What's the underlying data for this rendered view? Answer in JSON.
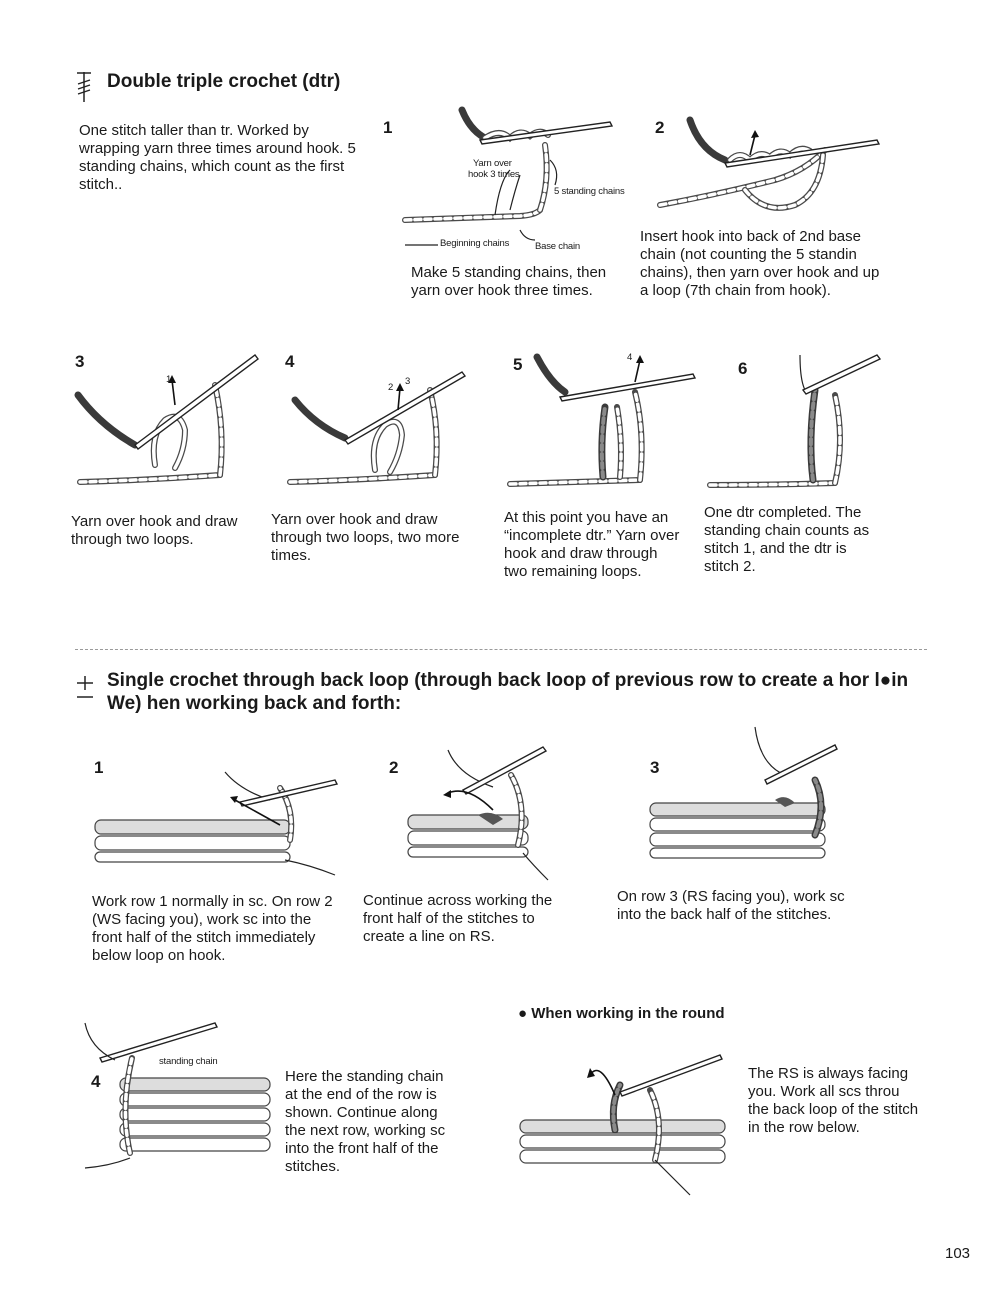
{
  "section1": {
    "title": "Double triple crochet (dtr)",
    "intro": "One stitch taller than tr. Worked by wrapping yarn three times around hook. 5 standing chains, which count as the first stitch..",
    "steps": [
      {
        "num": "1",
        "text": "Make 5 standing chains, then yarn over hook three times."
      },
      {
        "num": "2",
        "text": "Insert hook into back of 2nd base chain (not counting the 5 standin chains), then yarn over hook and up a loop (7th chain from hook)."
      },
      {
        "num": "3",
        "text": "Yarn over hook and draw through two loops."
      },
      {
        "num": "4",
        "text": "Yarn over hook and draw through two loops, two more times."
      },
      {
        "num": "5",
        "text": "At this point you have an “incomplete dtr.” Yarn over hook and draw through two remaining loops."
      },
      {
        "num": "6",
        "text": "One dtr completed. The standing chain counts as stitch 1, and the dtr is stitch 2."
      }
    ],
    "labels": {
      "yarn_over": "Yarn over",
      "hook3": "hook 3 times",
      "standing5": "5 standing chains",
      "beginning": "Beginning chains",
      "base": "Base chain",
      "arrow1": "1",
      "arrow2": "2",
      "arrow3": "3",
      "arrow4": "4"
    }
  },
  "section2": {
    "title": "Single crochet through back loop (through back loop of previous row to create a hor l●in We) hen working back and forth:",
    "steps": [
      {
        "num": "1",
        "text": "Work row 1 normally in sc. On row 2 (WS facing you), work sc into the front half of the stitch immediately below loop on hook."
      },
      {
        "num": "2",
        "text": "Continue across working the front half of the stitches to create a line on RS."
      },
      {
        "num": "3",
        "text": "On row 3 (RS facing you), work sc into the back half of the stitches."
      },
      {
        "num": "4",
        "text": "Here the standing chain at the end of the row is shown. Continue along the next row, working sc into the front half of the stitches."
      }
    ],
    "standing_chain_label": "standing chain",
    "round": {
      "heading": "● When working in the round",
      "text": "The RS is always facing you. Work all scs throu the back loop of the stitch in the row below."
    }
  },
  "page_number": "103",
  "icons": [
    "dtr-symbol-icon",
    "sc-back-loop-symbol-icon"
  ]
}
